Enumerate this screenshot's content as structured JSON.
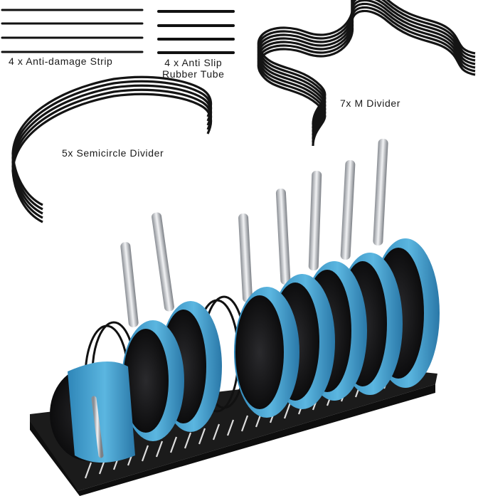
{
  "labels": {
    "anti_damage_strip": "4 x Anti-damage Strip",
    "anti_slip_tube_line1": "4 x Anti Slip",
    "anti_slip_tube_line2": "Rubber Tube",
    "m_divider": "7x M Divider",
    "semicircle_divider": "5x Semicircle Divider"
  },
  "counts": {
    "strips": 4,
    "tubes": 4,
    "m_dividers": 7,
    "semicircle_dividers": 5,
    "pans_on_rack": 8
  },
  "colors": {
    "pan_blue": "#3d9fd0",
    "pan_blue_light": "#79c7ea",
    "pan_inner": "#1c1c1e",
    "metal_black": "#151515",
    "handle_silver": "#c8cbd0"
  }
}
